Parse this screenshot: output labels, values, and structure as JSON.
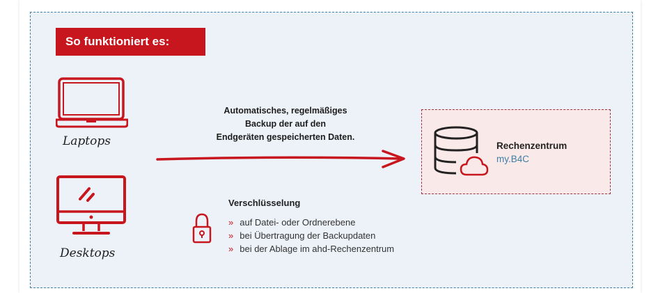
{
  "header": {
    "title": "So funktioniert es:"
  },
  "devices": [
    {
      "label": "Laptops",
      "icon": "laptop-icon"
    },
    {
      "label": "Desktops",
      "icon": "desktop-icon"
    }
  ],
  "flow": {
    "lines": [
      "Automatisches, regelmäßiges",
      "Backup der auf den",
      "Endgeräten gespeicherten Daten."
    ]
  },
  "datacenter": {
    "title": "Rechenzentrum",
    "subtitle": "my.B4C",
    "icon": "database-cloud-icon"
  },
  "encryption": {
    "title": "Verschlüsselung",
    "bullet": "»",
    "items": [
      "auf Datei- oder Ordnerebene",
      "bei Übertragung der Backupdaten",
      "bei der Ablage im ahd-Rechenzentrum"
    ],
    "icon": "lock-icon"
  },
  "colors": {
    "accent": "#c8161e",
    "blue": "#3f7ea6",
    "panel": "#edf2f8"
  }
}
